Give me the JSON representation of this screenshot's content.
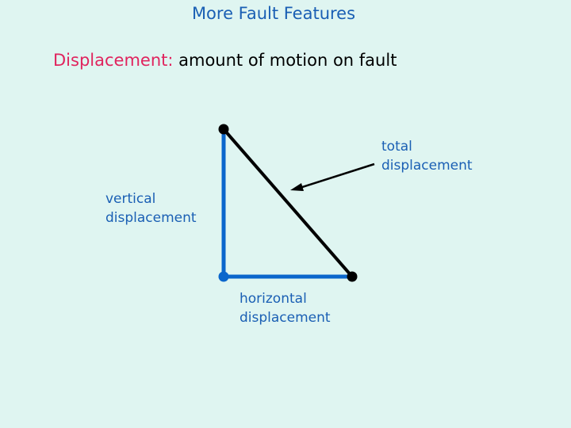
{
  "title": "More Fault Features",
  "definition": {
    "term": "Displacement:",
    "text": " amount of motion on fault"
  },
  "labels": {
    "total": [
      "total",
      "displacement"
    ],
    "vertical": [
      "vertical",
      "displacement"
    ],
    "horizontal": [
      "horizontal",
      "displacement"
    ]
  },
  "colors": {
    "blue": "#0a66cc",
    "black": "#000000",
    "term": "#e0245e",
    "background": "#dff5f1"
  }
}
